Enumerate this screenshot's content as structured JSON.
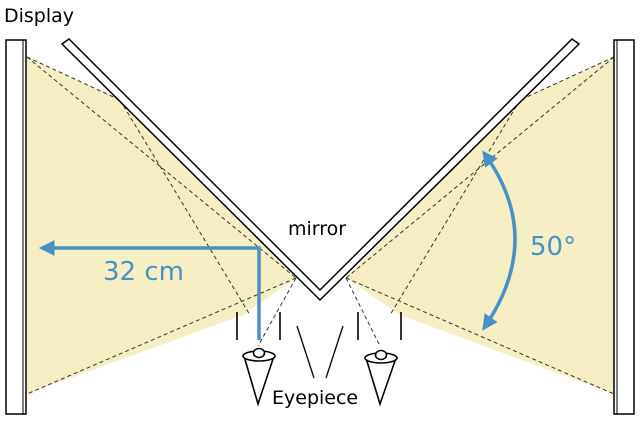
{
  "labels": {
    "display": "Display",
    "mirror": "mirror",
    "eyepiece": "Eyepiece",
    "distance": "32 cm",
    "angle": "50°"
  },
  "colors": {
    "field": "#f6efc4",
    "outline": "#000000",
    "annotation": "#4a90c8",
    "panel": "#ffffff"
  }
}
